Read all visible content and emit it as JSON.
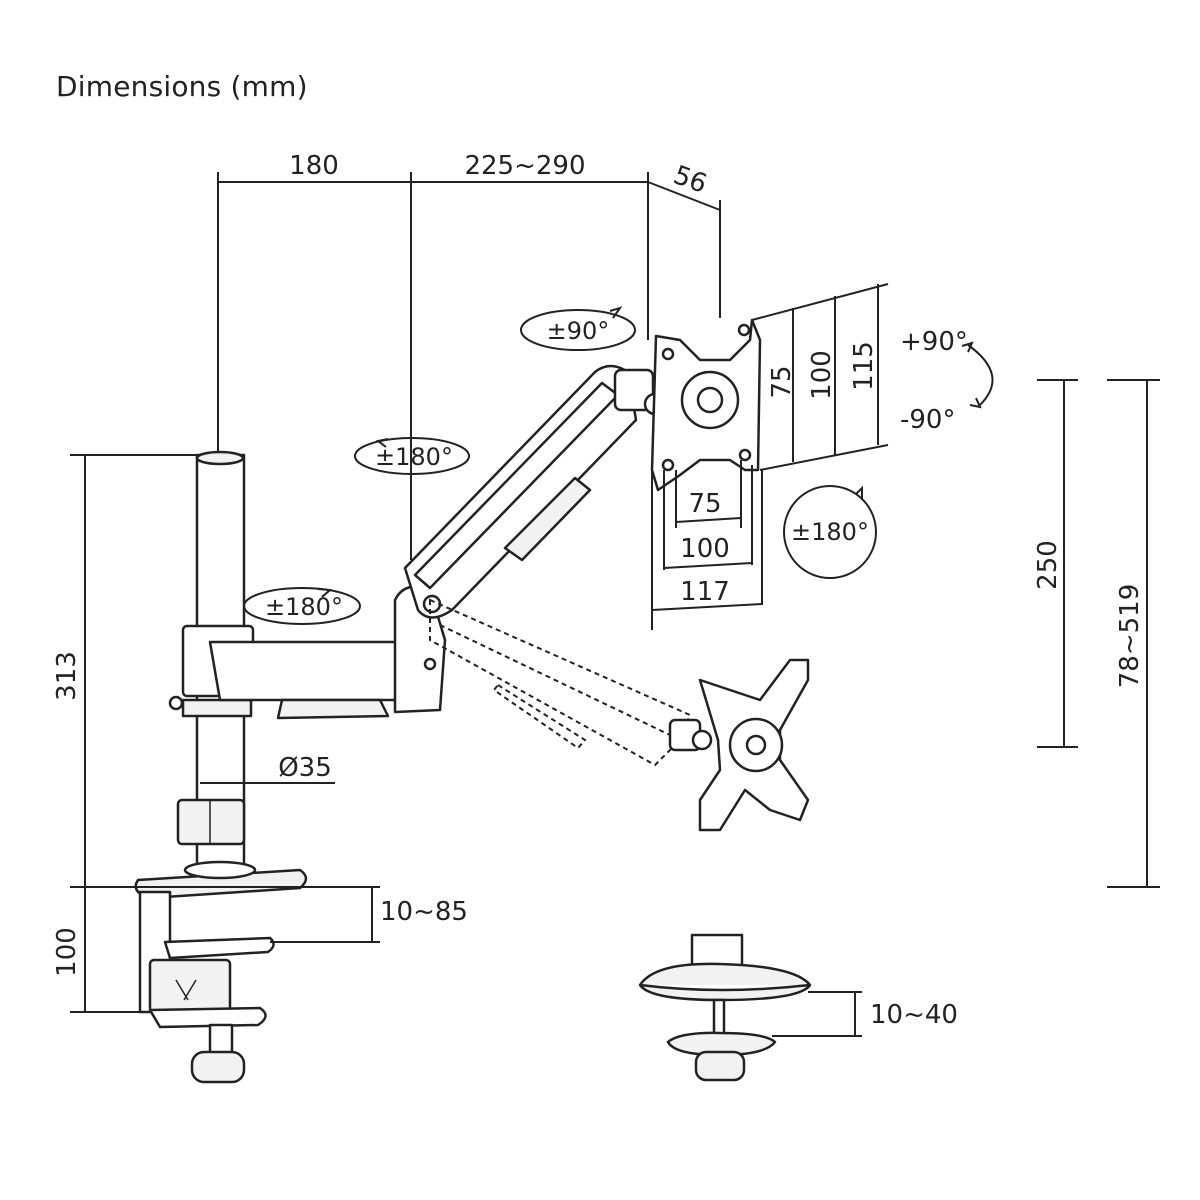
{
  "title": "Dimensions (mm)",
  "dimensions": {
    "arm1_length": "180",
    "arm2_length": "225~290",
    "depth": "56",
    "pole_height": "313",
    "pole_diameter": "Ø35",
    "clamp_height": "100",
    "clamp_range": "10~85",
    "grommet_range": "10~40",
    "height_adjust": "250",
    "total_height_range": "78~519"
  },
  "vesa": {
    "v75": "75",
    "v100": "100",
    "v115": "115",
    "h75": "75",
    "h100": "100",
    "h117": "117"
  },
  "rotations": {
    "tilt_top": "±90°",
    "arm2_swivel": "±180°",
    "arm1_swivel": "±180°",
    "rotate_plate": "±180°",
    "tilt_up": "+90°",
    "tilt_down": "-90°"
  }
}
